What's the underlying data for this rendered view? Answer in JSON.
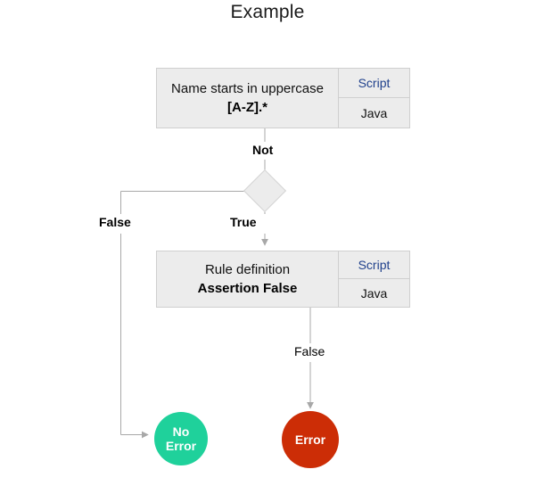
{
  "title": "Example",
  "colors": {
    "background": "#ffffff",
    "box_fill": "#ececec",
    "box_border": "#cfcfcf",
    "connector": "#a8a8a8",
    "script_link": "#20418c",
    "no_error_circle": "#1fd19b",
    "error_circle": "#cc2d06",
    "text": "#000000"
  },
  "nodes": {
    "rule_top": {
      "description": "Name starts in uppercase",
      "expression": "[A-Z].*",
      "script_label": "Script",
      "language_label": "Java"
    },
    "decision": {
      "shape": "diamond",
      "incoming_label": "Not",
      "true_label": "True",
      "false_label": "False"
    },
    "rule_bottom": {
      "description": "Rule definition",
      "expression": "Assertion False",
      "script_label": "Script",
      "language_label": "Java",
      "outgoing_label": "False"
    },
    "terminal_no_error": {
      "line1": "No",
      "line2": "Error"
    },
    "terminal_error": {
      "line1": "Error"
    }
  }
}
